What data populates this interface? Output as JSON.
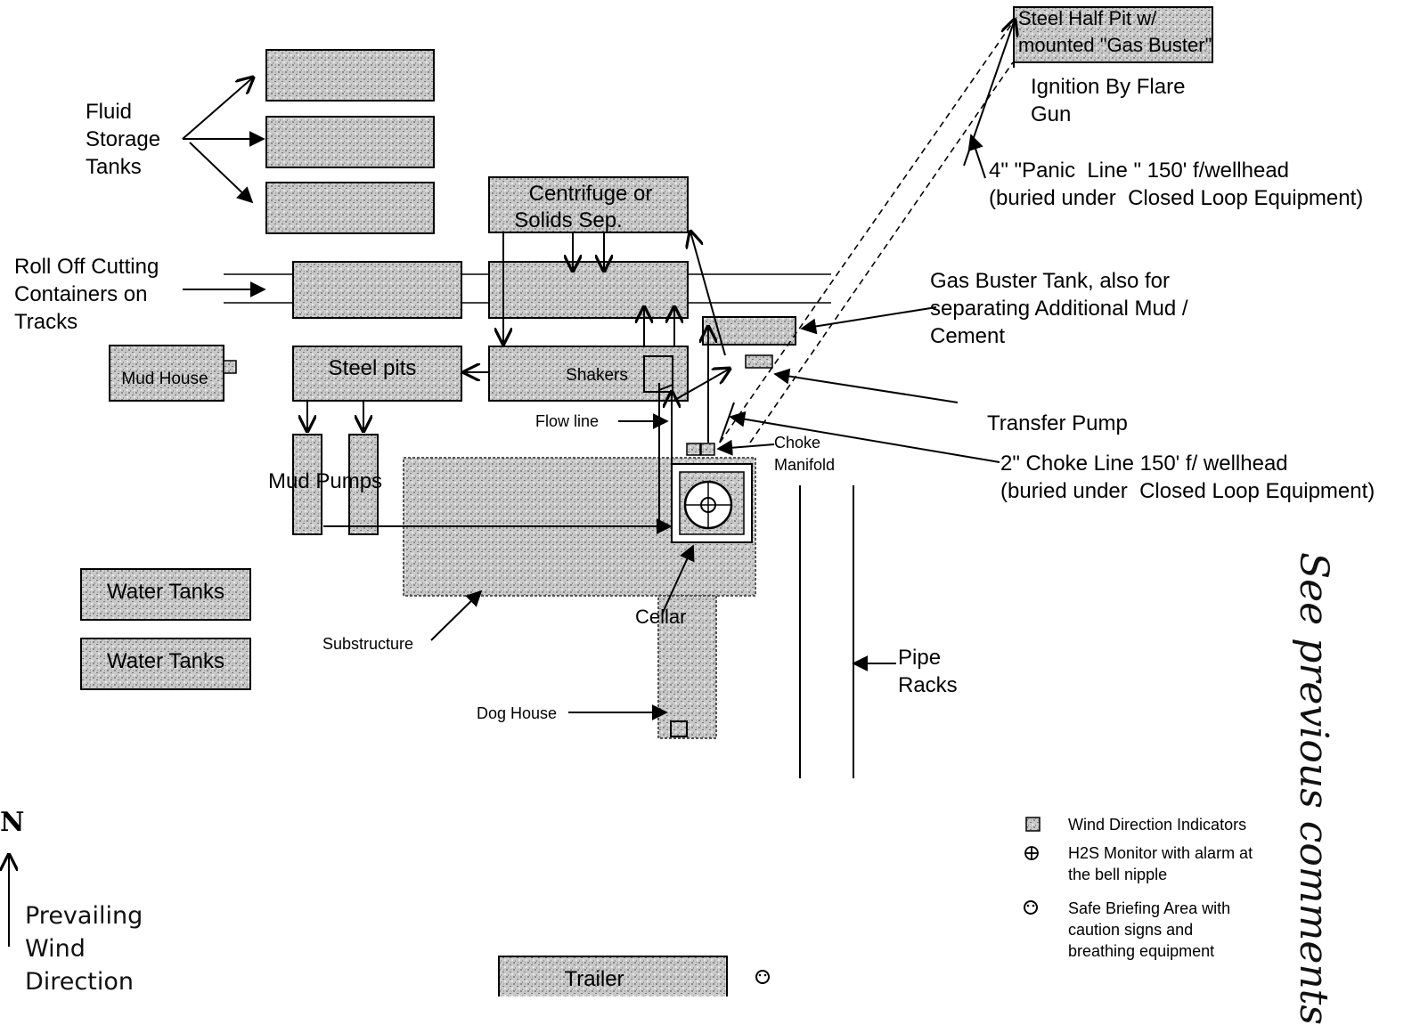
{
  "labels": {
    "fluid_storage": "Fluid\nStorage\nTanks",
    "roll_off": "Roll Off Cutting\nContainers on\nTracks",
    "mud_house": "Mud House",
    "steel_pits": "Steel pits",
    "mud_pumps": "Mud Pumps",
    "water_tanks_1": "Water Tanks",
    "water_tanks_2": "Water Tanks",
    "centrifuge_1": "Centrifuge or",
    "centrifuge_2": "Solids Sep.",
    "shakers": "Shakers",
    "flow_line": "Flow line",
    "substructure": "Substructure",
    "cellar": "Cellar",
    "dog_house": "Dog House",
    "choke_manifold": "Choke\nManifold",
    "pipe_racks": "Pipe\nRacks",
    "steel_half_pit_1": "Steel Half Pit w/",
    "steel_half_pit_2": "mounted \"Gas Buster\"",
    "ignition": "Ignition By Flare\nGun",
    "panic_line": "4\" \"Panic  Line \" 150' f/wellhead\n(buried under  Closed Loop Equipment)",
    "gas_buster_tank": "Gas Buster Tank, also for\nseparating Additional Mud /\nCement",
    "transfer_pump": "Transfer Pump",
    "choke_line": "2\" Choke Line 150' f/ wellhead\n(buried under  Closed Loop Equipment)",
    "north": "N",
    "prevailing_wind": "Prevailing\nWind\nDirection",
    "trailer": "Trailer",
    "handwritten": "See previous comments"
  },
  "legend": [
    {
      "icon": "wind-indicator-icon",
      "text": "Wind Direction Indicators"
    },
    {
      "icon": "h2s-monitor-icon",
      "text": "H2S Monitor with alarm at\nthe bell nipple"
    },
    {
      "icon": "safe-briefing-icon",
      "text": "Safe Briefing Area with\ncaution signs and\nbreathing equipment"
    }
  ],
  "colors": {
    "box_fill": "#bdbdbd",
    "line": "#000000"
  }
}
